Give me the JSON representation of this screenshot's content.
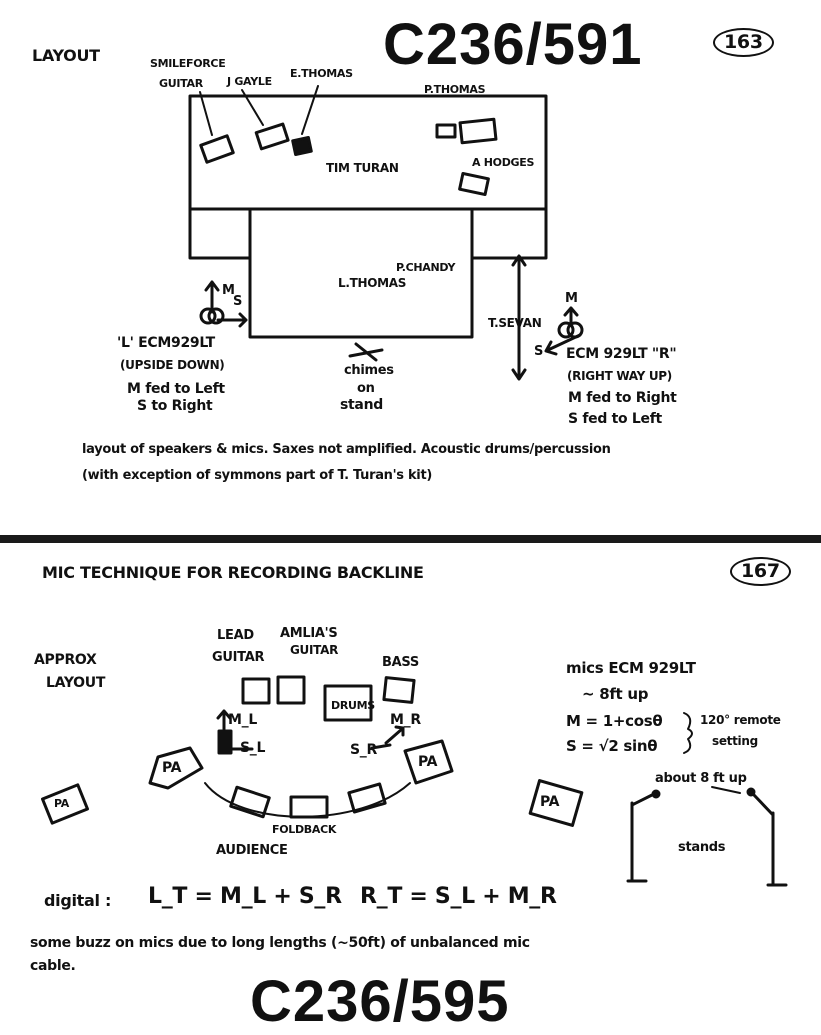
{
  "page1": {
    "catalog_number": "C236/591",
    "page_number": "163",
    "layout_heading": "LAYOUT",
    "labels": {
      "smileforce_guitar_line1": "SMILEFORCE",
      "smileforce_guitar_line2": "GUITAR",
      "j_gayle": "J GAYLE",
      "e_thomas": "E.THOMAS",
      "p_thomas": "P.THOMAS",
      "tim_turan": "TIM TURAN",
      "a_hodges": "A HODGES",
      "p_chandy": "P.CHANDY",
      "l_thomas": "L.THOMAS",
      "t_sevan": "T.SEVAN",
      "m_left": "M",
      "s_left": "S",
      "m_right": "M",
      "s_right": "S"
    },
    "left_mic": {
      "title": "'L' ECM929LT",
      "orientation": "(UPSIDE DOWN)",
      "m_feed": "M fed to Left",
      "s_feed": "S to Right"
    },
    "right_mic": {
      "title": "ECM 929LT \"R\"",
      "orientation": "(RIGHT WAY UP)",
      "m_feed": "M fed to Right",
      "s_feed": "S fed to Left"
    },
    "center_mic": {
      "line1": "chimes",
      "line2": "on",
      "line3": "stand"
    },
    "notes_line1": "layout of speakers & mics. Saxes not amplified. Acoustic drums/percussion",
    "notes_line2": "(with exception of symmons part of T. Turan's kit)"
  },
  "page2": {
    "catalog_number": "C236/595",
    "page_number": "167",
    "heading": "MIC TECHNIQUE FOR RECORDING BACKLINE",
    "approx_layout_line1": "APPROX",
    "approx_layout_line2": "LAYOUT",
    "labels": {
      "lead_guitar_line1": "LEAD",
      "lead_guitar_line2": "GUITAR",
      "amlias_guitar_line1": "AMLIA'S",
      "amlias_guitar_line2": "GUITAR",
      "bass": "BASS",
      "drums": "DRUMS",
      "ml": "M_L",
      "sl": "S_L",
      "mr": "M_R",
      "sr": "S_R",
      "pa_left": "PA",
      "pa_right": "PA",
      "pa_far_left": "PA",
      "pa_far_right": "PA",
      "foldback": "FOLDBACK",
      "audience": "AUDIENCE",
      "stands": "stands",
      "about_8ft": "about 8 ft up"
    },
    "mics": {
      "title": "mics ECM 929LT",
      "height": "~ 8ft up",
      "m_formula": "M = 1+cosθ",
      "s_formula": "S = √2 sinθ",
      "setting_line1": "120° remote",
      "setting_line2": "setting"
    },
    "digital_label": "digital :",
    "formula_lt": "L_T = M_L + S_R",
    "formula_rt": "R_T = S_L + M_R",
    "buzz_line1": "some buzz on mics due to long lengths (~50ft) of unbalanced mic",
    "buzz_line2": "cable."
  }
}
